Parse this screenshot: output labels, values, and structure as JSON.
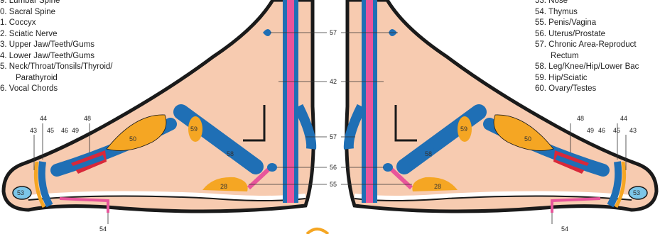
{
  "legend_left": [
    "9. Lumbar Spine",
    "0. Sacral Spine",
    "1. Coccyx",
    "2. Sciatic Nerve",
    "3. Upper Jaw/Teeth/Gums",
    "4. Lower Jaw/Teeth/Gums",
    "5. Neck/Throat/Tonsils/Thyroid/",
    "Parathyroid",
    "6. Vocal Chords"
  ],
  "legend_right": [
    "53. Nose",
    "54. Thymus",
    "55. Penis/Vagina",
    "56. Uterus/Prostate",
    "57. Chronic Area-Reproduct",
    "Rectum",
    "58. Leg/Knee/Hip/Lower Bac",
    "59. Hip/Sciatic",
    "60. Ovary/Testes"
  ],
  "callouts": {
    "c57a": "57",
    "c42": "42",
    "c57b": "57",
    "c56": "56",
    "c55": "55"
  },
  "left_foot": {
    "n43": "43",
    "n44": "44",
    "n45": "45",
    "n46": "46",
    "n49": "49",
    "n48": "48",
    "n53": "53",
    "n50": "50",
    "n59": "59",
    "n58": "58",
    "n28": "28",
    "n54": "54"
  },
  "right_foot": {
    "n48": "48",
    "n49": "49",
    "n46": "46",
    "n45": "45",
    "n44": "44",
    "n43": "43",
    "n53": "53",
    "n50": "50",
    "n59": "59",
    "n58": "58",
    "n28": "28",
    "n54": "54"
  },
  "colors": {
    "skin": "#f7cbb0",
    "outline": "#1a1a1a",
    "blue": "#1f6fb5",
    "orange": "#f5a623",
    "pink": "#e8559b",
    "red": "#d8283a",
    "light_blue": "#7cc6e8"
  }
}
